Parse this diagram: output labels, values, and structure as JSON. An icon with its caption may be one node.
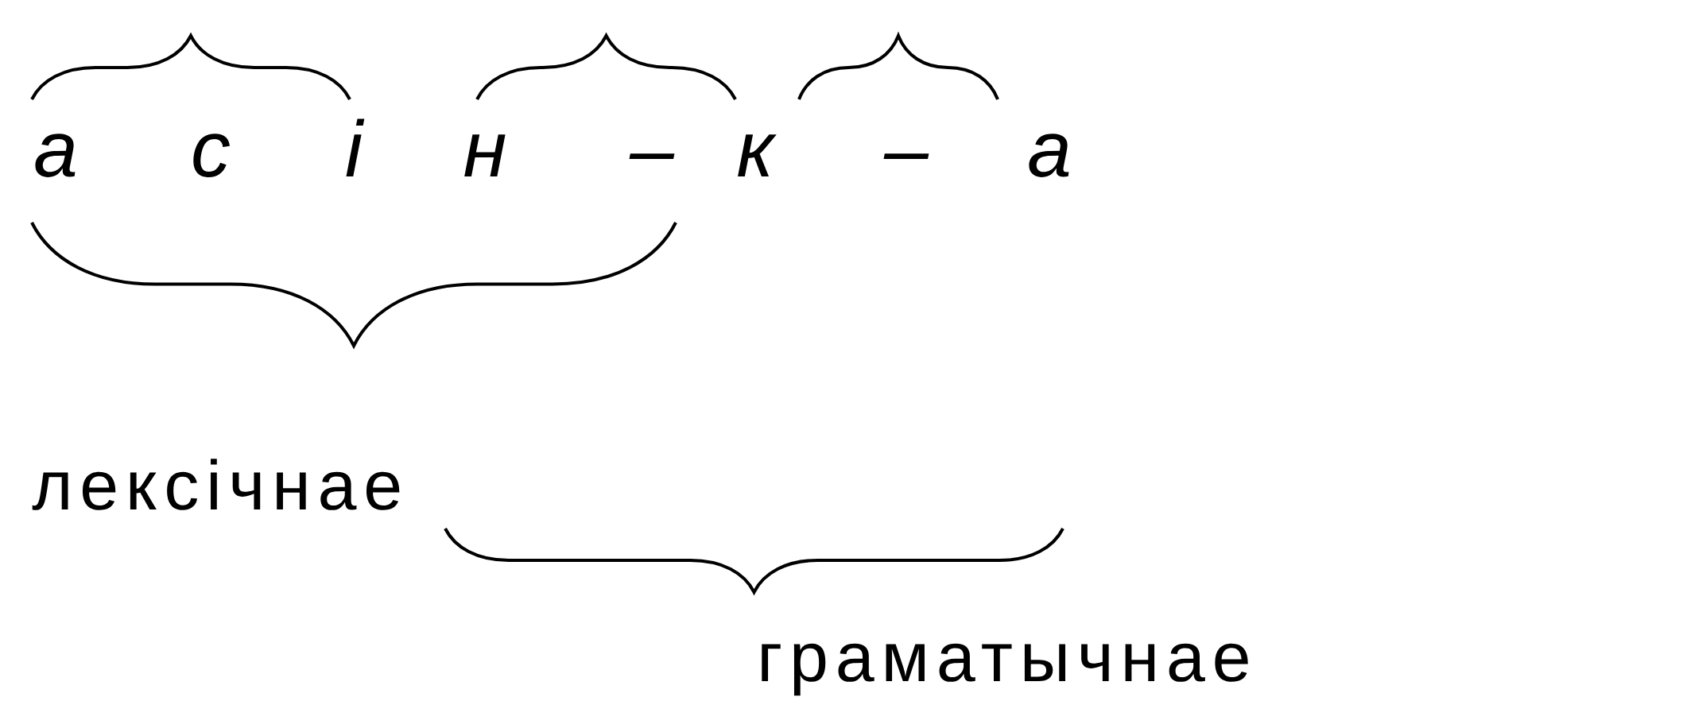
{
  "diagram": {
    "labels": [
      "а",
      "с",
      "і",
      "н",
      "–",
      "к",
      "–",
      "а",
      "лексічнае",
      "граматычнае"
    ]
  }
}
